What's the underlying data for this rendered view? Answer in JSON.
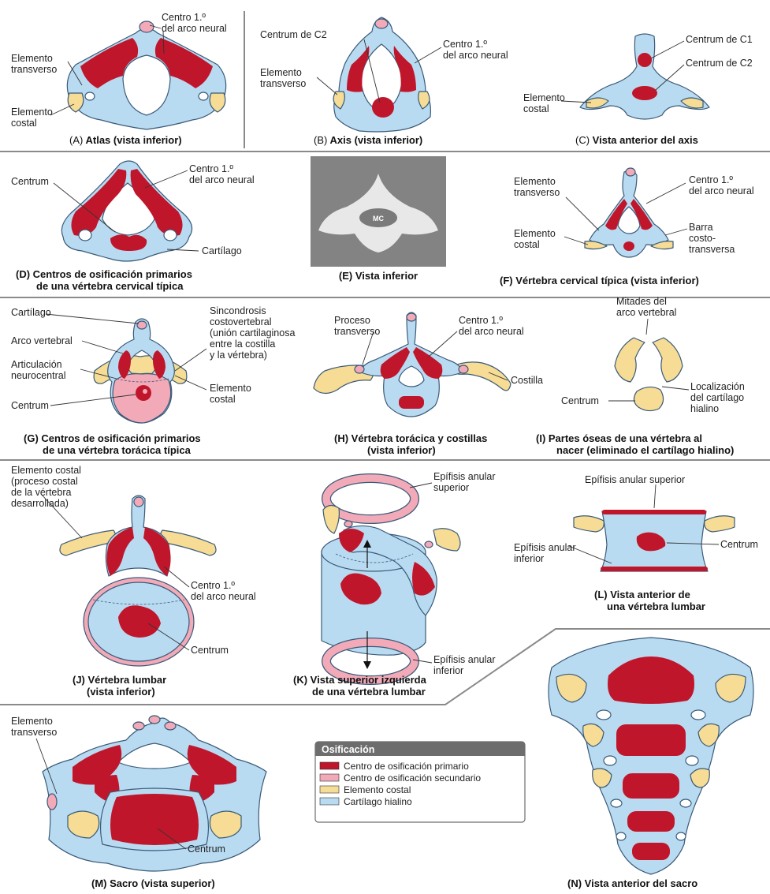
{
  "colors": {
    "primary": "#c0162b",
    "secondary": "#f3aab8",
    "costal": "#f6dc94",
    "cartilage": "#b9dbf2",
    "outline": "#3a5a78",
    "separator": "#8a8a8a",
    "legend_header": "#6d6d6d"
  },
  "panels": {
    "A": {
      "caption_letter": "(A)",
      "caption": "Atlas",
      "caption_sub": "(vista inferior)",
      "labels": {
        "c1": "Centro 1.º",
        "c2": "del arco neural",
        "t1": "Elemento",
        "t2": "transverso",
        "e1": "Elemento",
        "e2": "costal"
      }
    },
    "B": {
      "caption_letter": "(B)",
      "caption": "Axis",
      "caption_sub": "(vista inferior)",
      "labels": {
        "centrum": "Centrum de C2",
        "c1": "Centro 1.º",
        "c2": "del arco neural",
        "t1": "Elemento",
        "t2": "transverso"
      }
    },
    "C": {
      "caption_letter": "(C)",
      "caption": "Vista anterior del axis",
      "labels": {
        "c1": "Centrum de C1",
        "c2": "Centrum de C2",
        "e1": "Elemento",
        "e2": "costal"
      }
    },
    "D": {
      "caption_line1": "(D) Centros de osificación primarios",
      "caption_line2": "de una vértebra cervical típica",
      "labels": {
        "centrum": "Centrum",
        "c1": "Centro 1.º",
        "c2": "del arco neural",
        "cart": "Cartílago"
      }
    },
    "E": {
      "caption": "(E) Vista inferior",
      "labels": {
        "mc": "MC"
      }
    },
    "F": {
      "caption": "(F) Vértebra cervical típica (vista inferior)",
      "labels": {
        "t1": "Elemento",
        "t2": "transverso",
        "c1": "Centro 1.º",
        "c2": "del arco neural",
        "e1": "Elemento",
        "e2": "costal",
        "b1": "Barra",
        "b2": "costo-",
        "b3": "transversa"
      }
    },
    "G": {
      "caption_line1": "(G) Centros de osificación primarios",
      "caption_line2": "de una vértebra torácica típica",
      "labels": {
        "cart": "Cartílago",
        "arco": "Arco vertebral",
        "art1": "Articulación",
        "art2": "neurocentral",
        "centrum": "Centrum",
        "s1": "Sincondrosis",
        "s2": "costovertebral",
        "s3": "(unión cartilaginosa",
        "s4": "entre la costilla",
        "s5": "y la vértebra)",
        "e1": "Elemento",
        "e2": "costal"
      }
    },
    "H": {
      "caption_line1": "(H) Vértebra torácica y costillas",
      "caption_line2": "(vista inferior)",
      "labels": {
        "p1": "Proceso",
        "p2": "transverso",
        "c1": "Centro 1.º",
        "c2": "del arco neural",
        "cost": "Costilla"
      }
    },
    "I": {
      "caption_line1": "(I) Partes óseas de una vértebra al",
      "caption_line2": "nacer (eliminado el cartílago hialino)",
      "labels": {
        "m1": "Mitades del",
        "m2": "arco vertebral",
        "centrum": "Centrum",
        "l1": "Localización",
        "l2": "del cartílago",
        "l3": "hialino"
      }
    },
    "J": {
      "caption_line1": "(J) Vértebra lumbar",
      "caption_line2": "(vista inferior)",
      "labels": {
        "e1": "Elemento costal",
        "e2": "(proceso costal",
        "e3": "de la vértebra",
        "e4": "desarrollada)",
        "c1": "Centro 1.º",
        "c2": "del arco neural",
        "centrum": "Centrum"
      }
    },
    "K": {
      "caption_line1": "(K) Vista superior izquierda",
      "caption_line2": "de una vértebra lumbar",
      "labels": {
        "s1": "Epífisis anular",
        "s2": "superior",
        "i1": "Epífisis anular",
        "i2": "inferior"
      }
    },
    "L": {
      "caption_line1": "(L) Vista anterior de",
      "caption_line2": "una vértebra lumbar",
      "labels": {
        "sup": "Epífisis anular superior",
        "i1": "Epífisis anular",
        "i2": "inferior",
        "centrum": "Centrum"
      }
    },
    "M": {
      "caption": "(M) Sacro (vista superior)",
      "labels": {
        "t1": "Elemento",
        "t2": "transverso",
        "centrum": "Centrum"
      }
    },
    "N": {
      "caption": "(N) Vista anterior del sacro"
    }
  },
  "legend": {
    "title": "Osificación",
    "items": [
      {
        "label": "Centro de osificación primario",
        "color": "#c0162b"
      },
      {
        "label": "Centro de osificación secundario",
        "color": "#f3aab8"
      },
      {
        "label": "Elemento costal",
        "color": "#f6dc94"
      },
      {
        "label": "Cartílago hialino",
        "color": "#b9dbf2"
      }
    ]
  }
}
